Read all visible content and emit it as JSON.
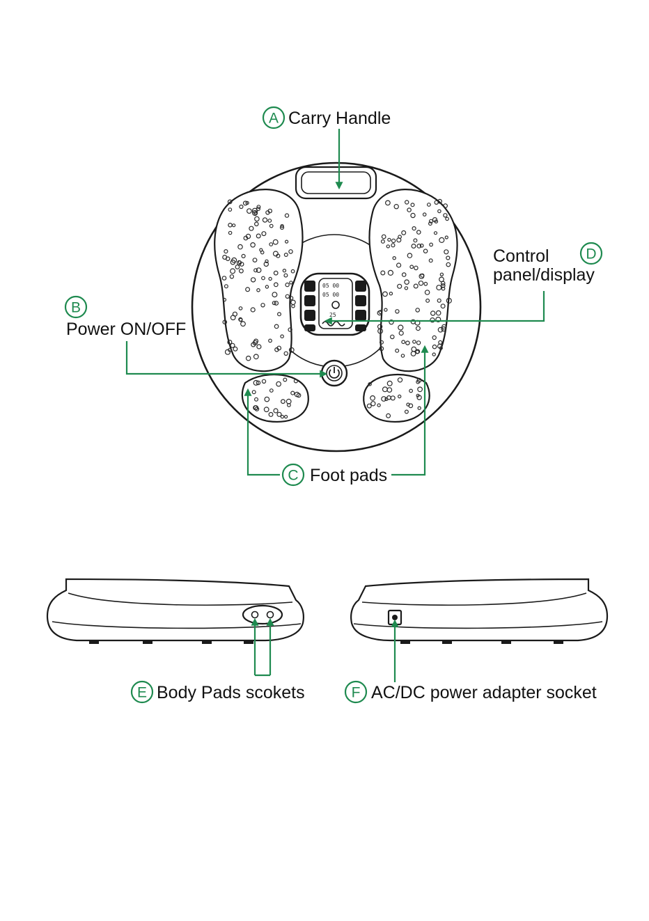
{
  "colors": {
    "accent": "#1e8a4f",
    "line": "#1a1a1a"
  },
  "callouts": [
    {
      "id": "A",
      "letter": "A",
      "label": "Carry Handle"
    },
    {
      "id": "B",
      "letter": "B",
      "label": "Power ON/OFF"
    },
    {
      "id": "C",
      "letter": "C",
      "label": "Foot pads"
    },
    {
      "id": "D",
      "letter": "D",
      "label_lines": [
        "Control",
        "panel/display"
      ]
    },
    {
      "id": "E",
      "letter": "E",
      "label": "Body Pads scokets"
    },
    {
      "id": "F",
      "letter": "F",
      "label": "AC/DC power adapter socket"
    }
  ],
  "display": {
    "line1": "05 00",
    "line2": "05 00",
    "line3": "25"
  }
}
